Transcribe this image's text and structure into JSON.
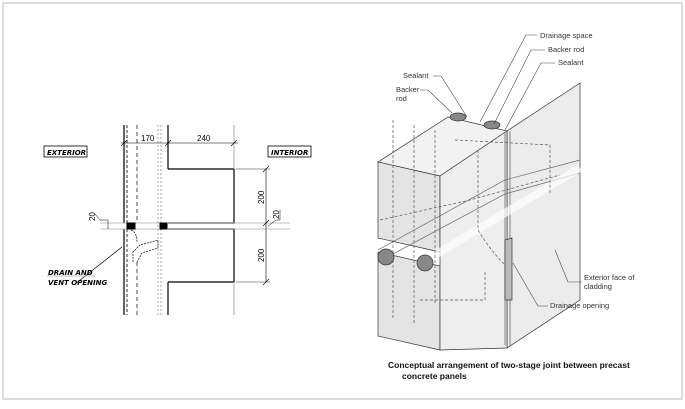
{
  "section": {
    "exterior_label": "EXTERIOR",
    "interior_label": "INTERIOR",
    "dim_170": "170",
    "dim_240": "240",
    "dim_200_top": "200",
    "dim_200_bottom": "200",
    "dim_20_left": "20",
    "dim_20_right": "20",
    "drain_label_line1": "DRAIN AND",
    "drain_label_line2": "VENT OPENING"
  },
  "isometric": {
    "labels": {
      "drainage_space": "Drainage space",
      "backer_rod_right": "Backer rod",
      "sealant_right": "Sealant",
      "sealant_left": "Sealant",
      "backer_rod_left_1": "Backer",
      "backer_rod_left_2": "rod",
      "exterior_face_1": "Exterior face of",
      "exterior_face_2": "cladding",
      "drainage_opening": "Drainage opening"
    },
    "caption_line1": "Conceptual arrangement of two-stage joint between precast",
    "caption_line2": "concrete panels"
  }
}
